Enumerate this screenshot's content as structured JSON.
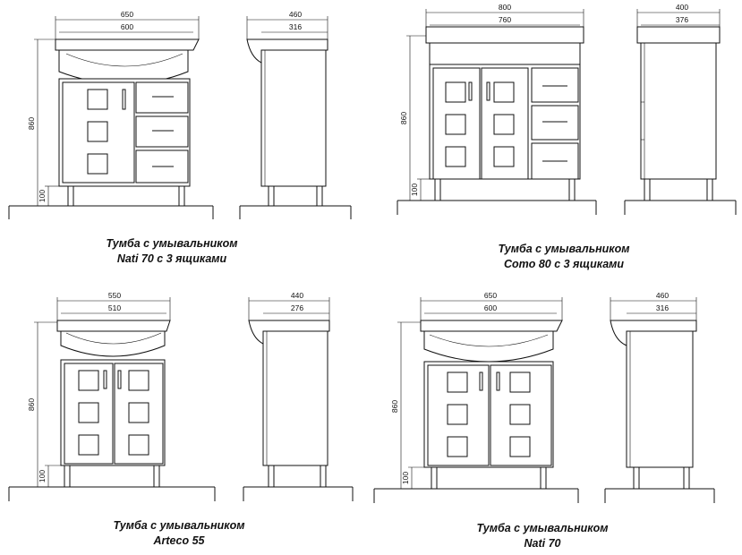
{
  "items": [
    {
      "caption_line1": "Тумба с умывальником",
      "caption_line2": "Nati 70 с 3 ящиками",
      "front_width_outer": "650",
      "front_width_inner": "600",
      "side_depth_outer": "460",
      "side_depth_inner": "316",
      "height": "860",
      "leg_height": "100"
    },
    {
      "caption_line1": "Тумба с умывальником",
      "caption_line2": "Como 80 с 3 ящиками",
      "front_width_outer": "800",
      "front_width_inner": "760",
      "side_depth_outer": "400",
      "side_depth_inner": "376",
      "height": "860",
      "leg_height": "100"
    },
    {
      "caption_line1": "Тумба с умывальником",
      "caption_line2": "Arteco 55",
      "front_width_outer": "550",
      "front_width_inner": "510",
      "side_depth_outer": "440",
      "side_depth_inner": "276",
      "height": "860",
      "leg_height": "100"
    },
    {
      "caption_line1": "Тумба с умывальником",
      "caption_line2": "Nati 70",
      "front_width_outer": "650",
      "front_width_inner": "600",
      "side_depth_outer": "460",
      "side_depth_inner": "316",
      "height": "860",
      "leg_height": "100"
    }
  ]
}
